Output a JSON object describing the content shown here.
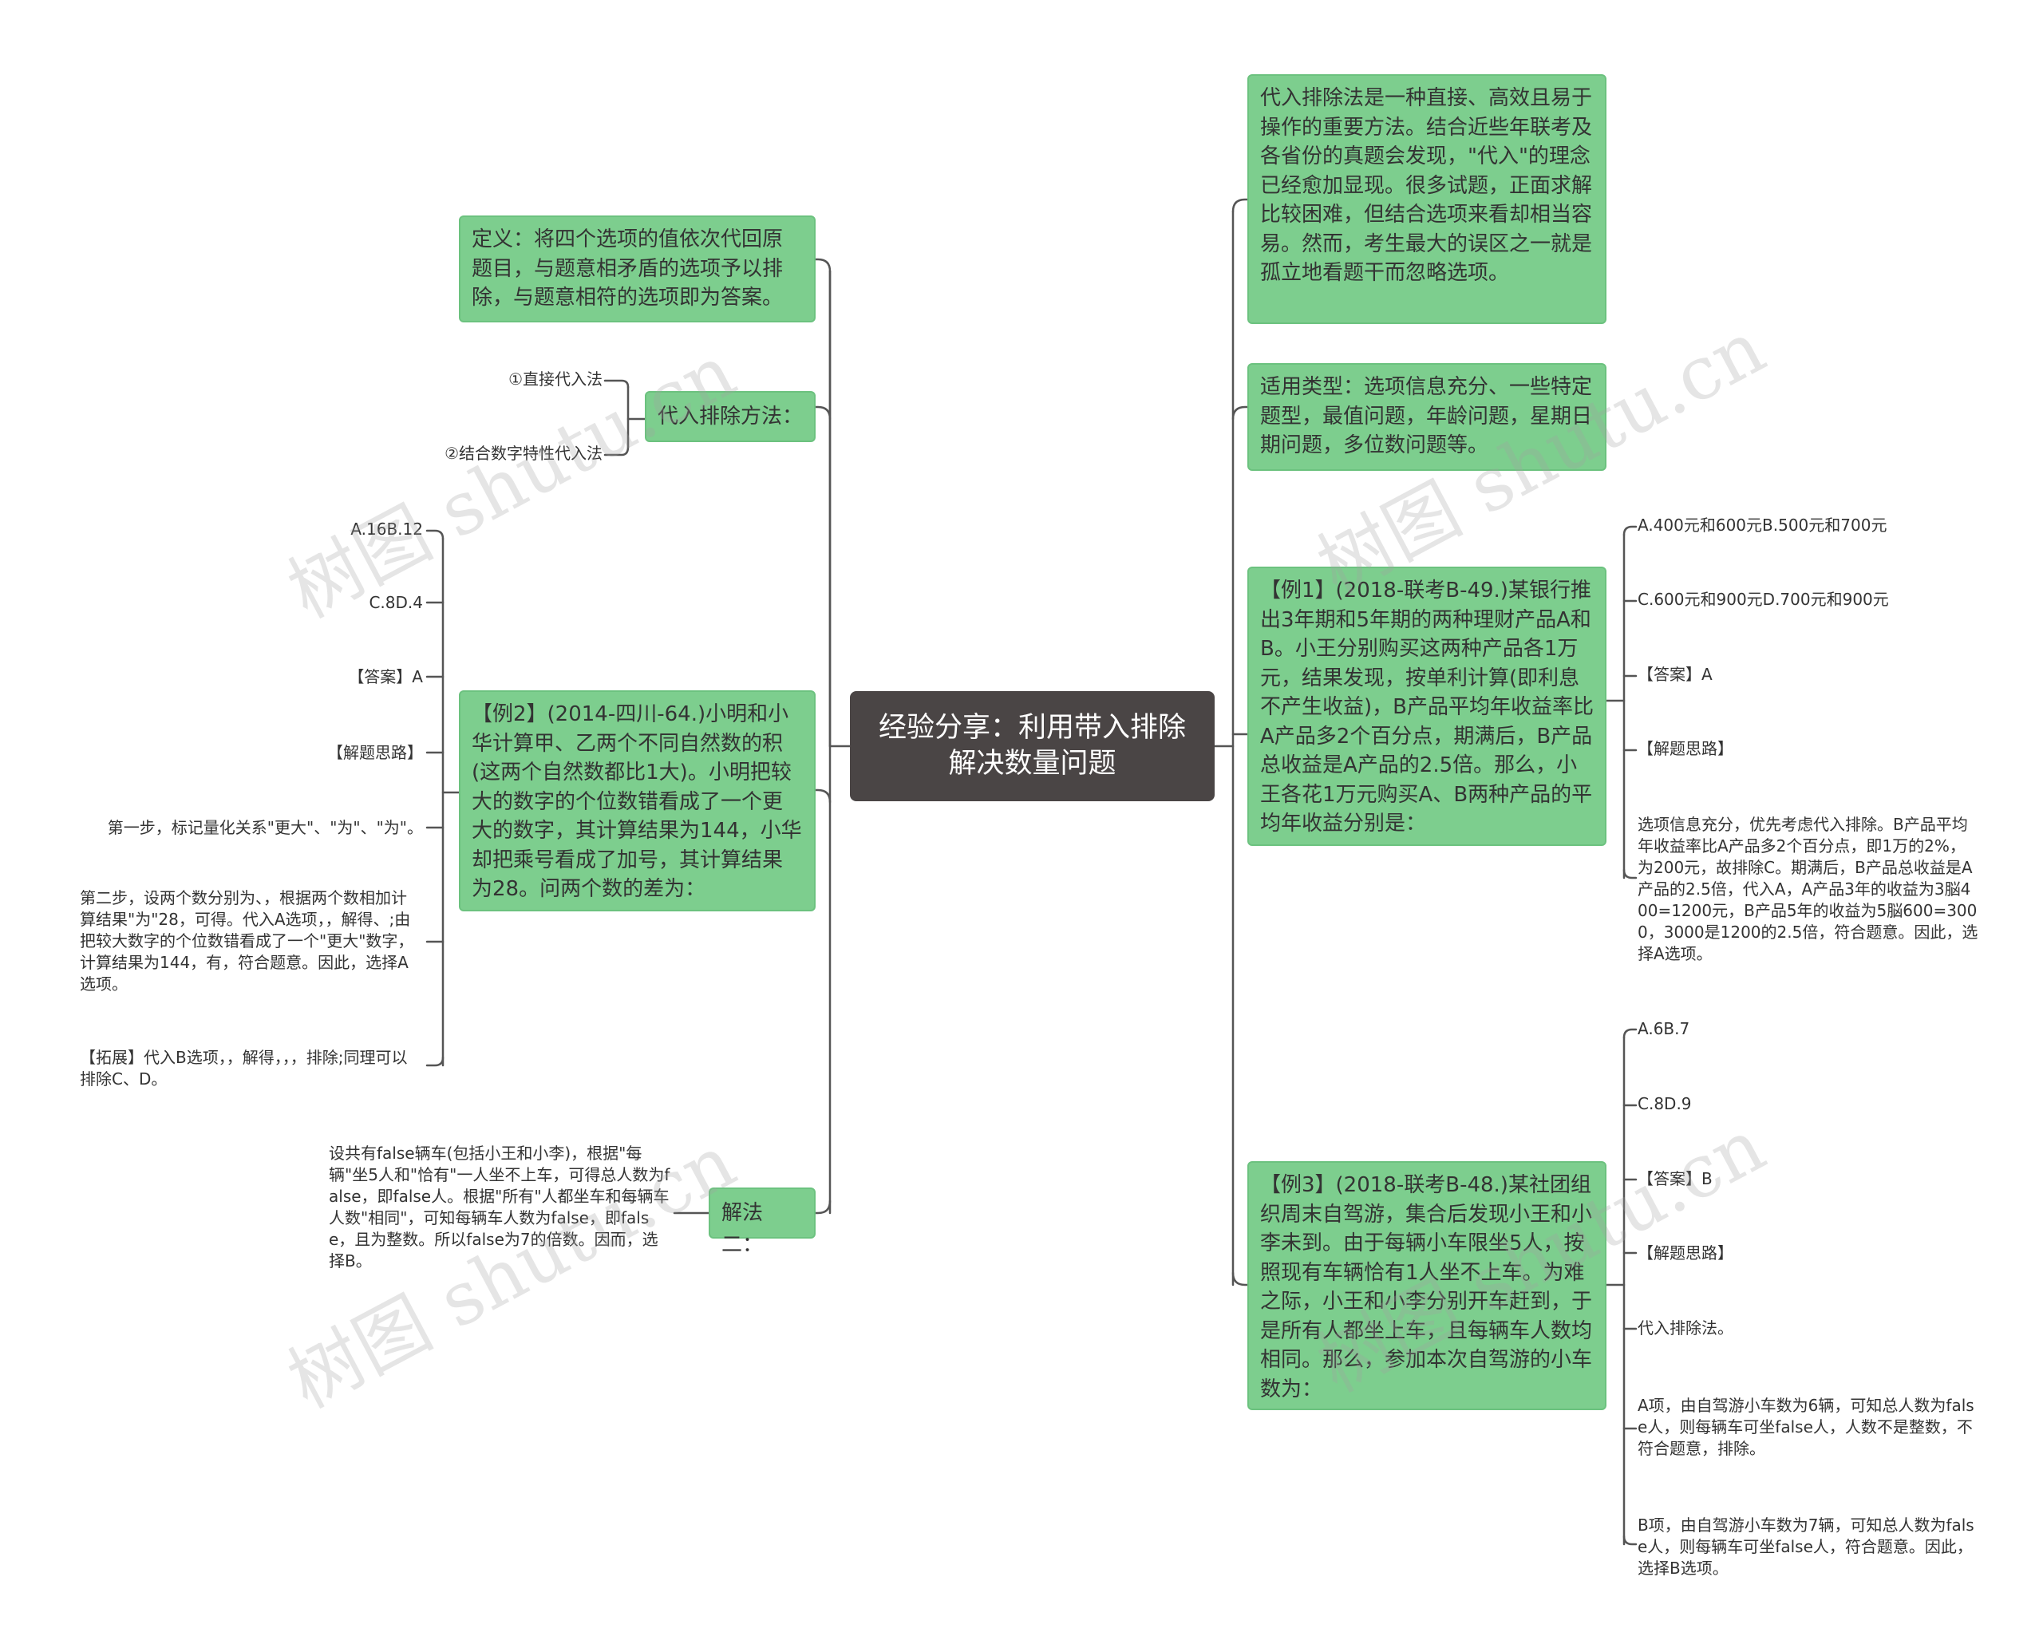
{
  "root": {
    "title": "经验分享：利用带入排除解决数量问题"
  },
  "left": {
    "definition": "定义：将四个选项的值依次代回原题目，与题意相矛盾的选项予以排除，与题意相符的选项即为答案。",
    "method": {
      "label": "代入排除方法：",
      "items": [
        "①直接代入法",
        "②结合数字特性代入法"
      ]
    },
    "example2": {
      "label": "【例2】(2014-四川-64.)小明和小华计算甲、乙两个不同自然数的积(这两个自然数都比1大)。小明把较大的数字的个位数错看成了一个更大的数字，其计算结果为144，小华却把乘号看成了加号，其计算结果为28。问两个数的差为：",
      "items": [
        "A.16B.12",
        "C.8D.4",
        "【答案】A",
        "【解题思路】",
        "第一步，标记量化关系\"更大\"、\"为\"、\"为\"。",
        "第二步，设两个数分别为、，根据两个数相加计算结果\"为\"28，可得。代入A选项，，解得、;由把较大数字的个位数错看成了一个\"更大\"数字，计算结果为144，有，符合题意。因此，选择A选项。",
        "【拓展】代入B选项，，解得，，，排除;同理可以排除C、D。"
      ]
    },
    "solution2": {
      "label": "解法二：",
      "text": "设共有false辆车(包括小王和小李)，根据\"每辆\"坐5人和\"恰有\"一人坐不上车，可得总人数为false，即false人。根据\"所有\"人都坐车和每辆车人数\"相同\"，可知每辆车人数为false，即false，且为整数。所以false为7的倍数。因而，选择B。"
    }
  },
  "right": {
    "intro": "代入排除法是一种直接、高效且易于操作的重要方法。结合近些年联考及各省份的真题会发现，\"代入\"的理念已经愈加显现。很多试题，正面求解比较困难，但结合选项来看却相当容易。然而，考生最大的误区之一就是孤立地看题干而忽略选项。",
    "types": "适用类型：选项信息充分、一些特定题型，最值问题，年龄问题，星期日期问题，多位数问题等。",
    "example1": {
      "label": "【例1】(2018-联考B-49.)某银行推出3年期和5年期的两种理财产品A和B。小王分别购买这两种产品各1万元，结果发现，按单利计算(即利息不产生收益)，B产品平均年收益率比A产品多2个百分点，期满后，B产品总收益是A产品的2.5倍。那么，小王各花1万元购买A、B两种产品的平均年收益分别是：",
      "items": [
        "A.400元和600元B.500元和700元",
        "C.600元和900元D.700元和900元",
        "【答案】A",
        "【解题思路】",
        "选项信息充分，优先考虑代入排除。B产品平均年收益率比A产品多2个百分点，即1万的2%，为200元，故排除C。期满后，B产品总收益是A产品的2.5倍，代入A，A产品3年的收益为3脳400=1200元，B产品5年的收益为5脳600=3000，3000是1200的2.5倍，符合题意。因此，选择A选项。"
      ]
    },
    "example3": {
      "label": "【例3】(2018-联考B-48.)某社团组织周末自驾游，集合后发现小王和小李未到。由于每辆小车限坐5人，按照现有车辆恰有1人坐不上车。为难之际，小王和小李分别开车赶到，于是所有人都坐上车，且每辆车人数均相同。那么，参加本次自驾游的小车数为：",
      "items": [
        "A.6B.7",
        "C.8D.9",
        "【答案】B",
        "【解题思路】",
        "代入排除法。",
        "A项，由自驾游小车数为6辆，可知总人数为false人，则每辆车可坐false人，人数不是整数，不符合题意，排除。",
        "B项，由自驾游小车数为7辆，可知总人数为false人，则每辆车可坐false人，符合题意。因此，选择B选项。"
      ]
    }
  },
  "watermark": "树图 shutu.cn",
  "colors": {
    "node_green": "#7dce8e",
    "root_dark": "#4a4545",
    "line": "#555555"
  }
}
